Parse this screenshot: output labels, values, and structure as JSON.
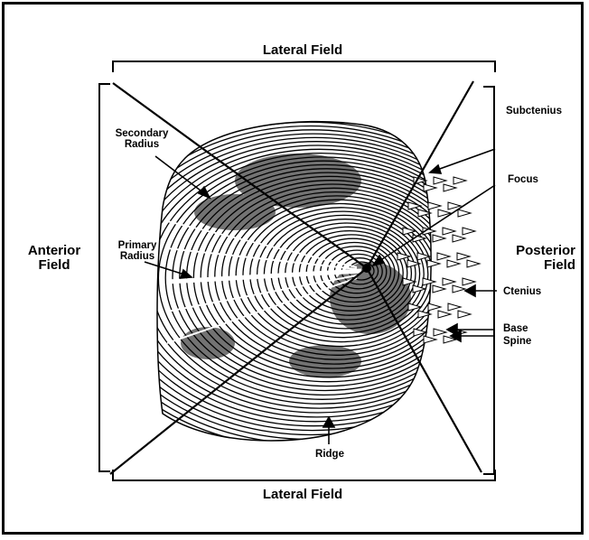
{
  "labels": {
    "lateral_top": "Lateral Field",
    "lateral_bottom": "Lateral Field",
    "anterior_line1": "Anterior",
    "anterior_line2": "Field",
    "posterior_line1": "Posterior",
    "posterior_line2": "Field",
    "secondary_line1": "Secondary",
    "secondary_line2": "Radius",
    "primary_line1": "Primary",
    "primary_line2": "Radius",
    "subctenius": "Subctenius",
    "focus": "Focus",
    "ctenius": "Ctenius",
    "base": "Base",
    "spine": "Spine",
    "ridge": "Ridge"
  },
  "colors": {
    "ink": "#000000",
    "paper": "#ffffff"
  }
}
